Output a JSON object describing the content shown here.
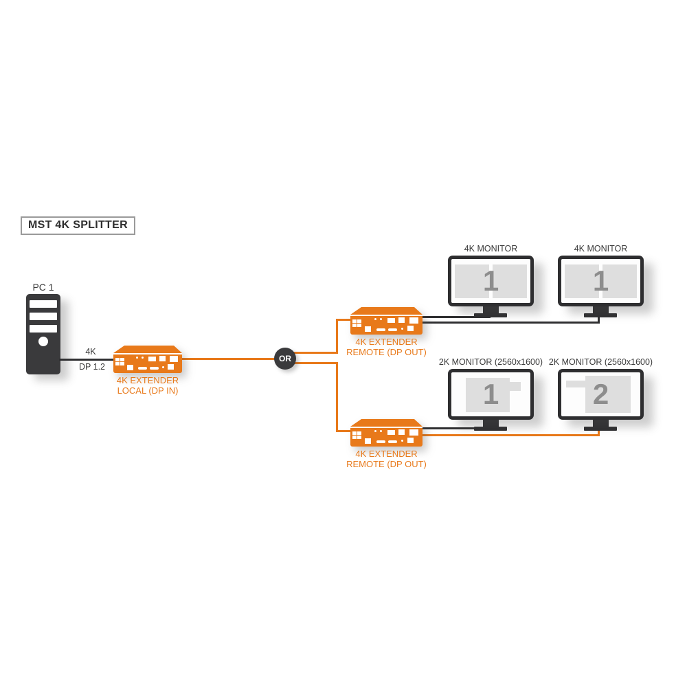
{
  "title": "MST 4K SPLITTER",
  "pc": {
    "label": "PC 1"
  },
  "pc_cable": {
    "label_top": "4K",
    "label_bottom": "DP 1.2"
  },
  "or_node": {
    "label": "OR"
  },
  "extenders": {
    "local": {
      "line1": "4K EXTENDER",
      "line2": "LOCAL (DP IN)"
    },
    "remote_top": {
      "line1": "4K EXTENDER",
      "line2": "REMOTE (DP OUT)"
    },
    "remote_bottom": {
      "line1": "4K EXTENDER",
      "line2": "REMOTE (DP OUT)"
    }
  },
  "monitors": {
    "top_left": {
      "label": "4K MONITOR",
      "number": "1"
    },
    "top_right": {
      "label": "4K MONITOR",
      "number": "1"
    },
    "bottom_left": {
      "label": "2K MONITOR (2560x1600)",
      "number": "1"
    },
    "bottom_right": {
      "label": "2K MONITOR (2560x1600)",
      "number": "2"
    }
  },
  "colors": {
    "accent_orange": "#E8791A",
    "device_dark": "#3A3A3C",
    "cable_black": "#2F2F31",
    "screen_block_gray": "#DEDEDE",
    "numeral_gray": "#8D8D8D"
  }
}
